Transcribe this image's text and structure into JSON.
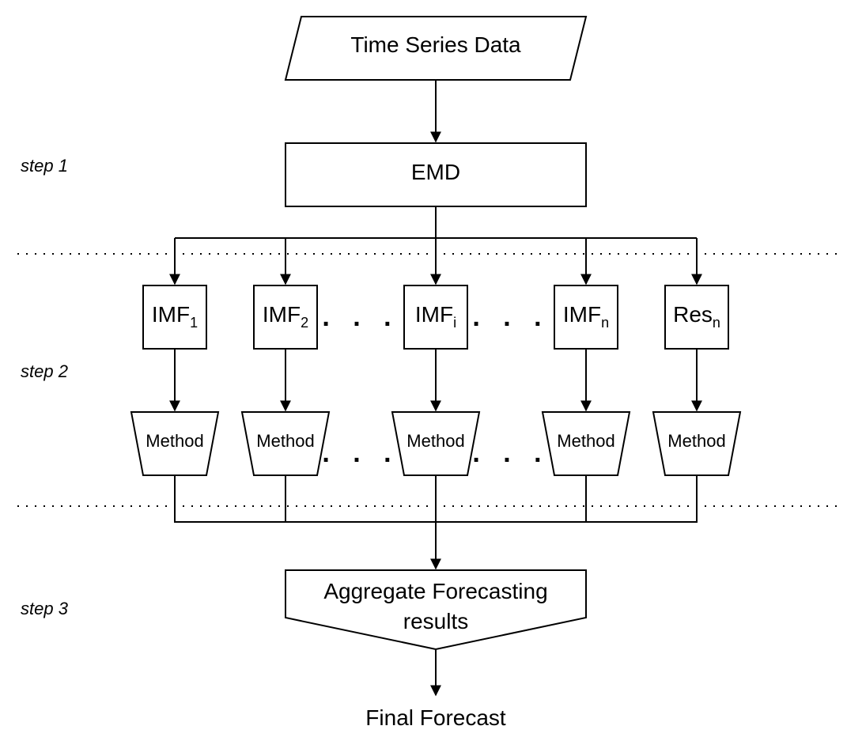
{
  "diagram": {
    "input": "Time Series Data",
    "decomposition": "EMD",
    "steps": [
      "step 1",
      "step 2",
      "step 3"
    ],
    "components": [
      {
        "base": "IMF",
        "sub": "1"
      },
      {
        "base": "IMF",
        "sub": "2"
      },
      {
        "base": "IMF",
        "sub": "i"
      },
      {
        "base": "IMF",
        "sub": "n"
      },
      {
        "base": "Res",
        "sub": "n"
      }
    ],
    "ellipsis": ". . .",
    "method_label": "Method",
    "aggregate": [
      "Aggregate Forecasting",
      "results"
    ],
    "output": "Final Forecast"
  }
}
